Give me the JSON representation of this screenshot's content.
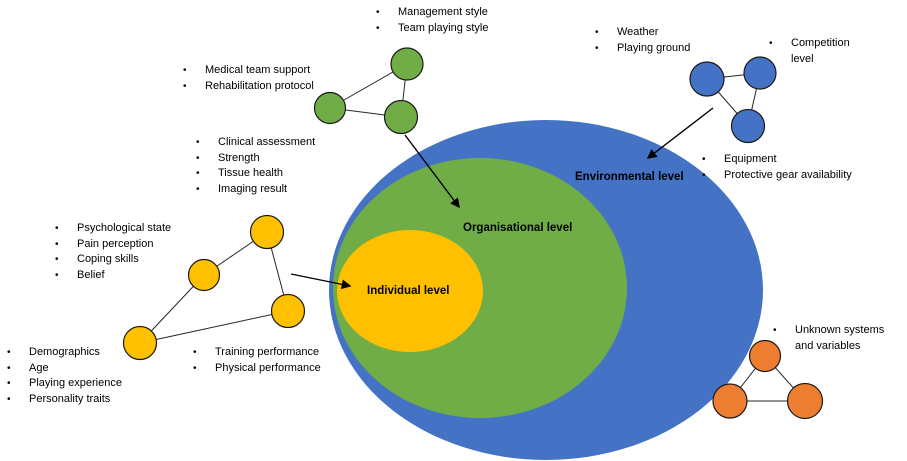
{
  "bullet": "•",
  "colors": {
    "environmental_blue": "#4472C4",
    "organisational_green": "#70AD47",
    "individual_yellow": "#FFC000",
    "unknown_orange": "#ED7D31",
    "line": "#000000"
  },
  "levels": {
    "environmental": "Environmental level",
    "organisational": "Organisational level",
    "individual": "Individual level"
  },
  "groups": {
    "management": {
      "items": [
        "Management style",
        "Team playing style"
      ]
    },
    "medical": {
      "items": [
        "Medical team support",
        "Rehabilitation protocol"
      ]
    },
    "clinical": {
      "items": [
        "Clinical assessment",
        "Strength",
        "Tissue health",
        "Imaging result"
      ]
    },
    "psychological": {
      "items": [
        "Psychological state",
        "Pain perception",
        "Coping skills",
        "Belief"
      ]
    },
    "demographics": {
      "items": [
        "Demographics",
        "Age",
        "Playing experience",
        "Personality traits"
      ]
    },
    "performance": {
      "items": [
        "Training performance",
        "Physical performance"
      ]
    },
    "weather": {
      "items": [
        "Weather",
        "Playing ground"
      ]
    },
    "competition": {
      "items": [
        "Competition level"
      ]
    },
    "equipment": {
      "items": [
        "Equipment",
        "Protective gear availability"
      ]
    },
    "unknown": {
      "items": [
        "Unknown systems and variables"
      ]
    }
  }
}
